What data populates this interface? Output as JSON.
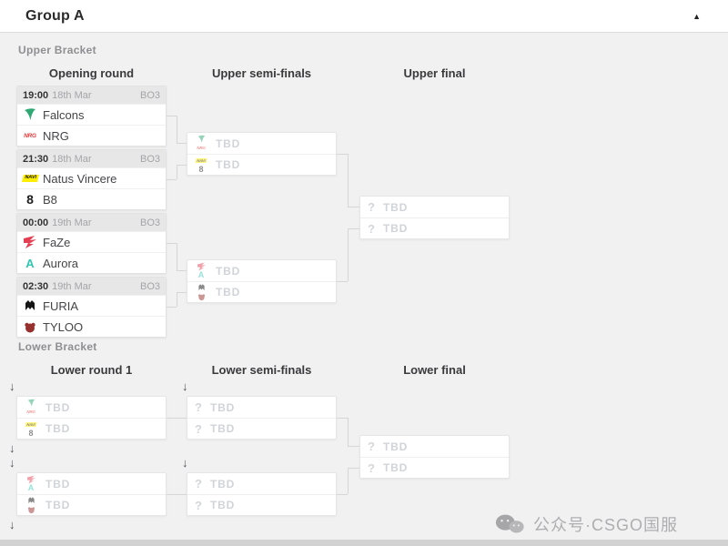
{
  "header": {
    "title": "Group A",
    "collapse_icon": "▲"
  },
  "labels": {
    "tbd": "TBD"
  },
  "icons": {
    "question": "?",
    "drop_arrow": "↓",
    "collapse": "caret-up",
    "watermark": "wechat-icon"
  },
  "upper_bracket": {
    "label": "Upper Bracket",
    "columns": [
      "Opening round",
      "Upper semi-finals",
      "Upper final"
    ],
    "matches": [
      {
        "time": "19:00",
        "date": "18th Mar",
        "format": "BO3",
        "teams": [
          {
            "name": "Falcons",
            "logo": "falcons"
          },
          {
            "name": "NRG",
            "logo": "nrg"
          }
        ]
      },
      {
        "time": "21:30",
        "date": "18th Mar",
        "format": "BO3",
        "teams": [
          {
            "name": "Natus Vincere",
            "logo": "navi"
          },
          {
            "name": "B8",
            "logo": "b8"
          }
        ]
      },
      {
        "time": "00:00",
        "date": "19th Mar",
        "format": "BO3",
        "teams": [
          {
            "name": "FaZe",
            "logo": "faze"
          },
          {
            "name": "Aurora",
            "logo": "aurora"
          }
        ]
      },
      {
        "time": "02:30",
        "date": "19th Mar",
        "format": "BO3",
        "teams": [
          {
            "name": "FURIA",
            "logo": "furia"
          },
          {
            "name": "TYLOO",
            "logo": "tyloo"
          }
        ]
      }
    ],
    "semi_finals": [
      {
        "slots": [
          {
            "label": "TBD",
            "candidates": [
              "falcons",
              "nrg"
            ]
          },
          {
            "label": "TBD",
            "candidates": [
              "navi",
              "b8"
            ]
          }
        ]
      },
      {
        "slots": [
          {
            "label": "TBD",
            "candidates": [
              "faze",
              "aurora"
            ]
          },
          {
            "label": "TBD",
            "candidates": [
              "furia",
              "tyloo"
            ]
          }
        ]
      }
    ],
    "final": {
      "slots": [
        {
          "label": "TBD"
        },
        {
          "label": "TBD"
        }
      ]
    }
  },
  "lower_bracket": {
    "label": "Lower Bracket",
    "columns": [
      "Lower round 1",
      "Lower semi-finals",
      "Lower final"
    ],
    "round1": [
      {
        "slots": [
          {
            "label": "TBD",
            "candidates": [
              "falcons",
              "nrg"
            ]
          },
          {
            "label": "TBD",
            "candidates": [
              "navi",
              "b8"
            ]
          }
        ]
      },
      {
        "slots": [
          {
            "label": "TBD",
            "candidates": [
              "faze",
              "aurora"
            ]
          },
          {
            "label": "TBD",
            "candidates": [
              "furia",
              "tyloo"
            ]
          }
        ]
      }
    ],
    "semi_finals": [
      {
        "slots": [
          {
            "label": "TBD"
          },
          {
            "label": "TBD"
          }
        ]
      },
      {
        "slots": [
          {
            "label": "TBD"
          },
          {
            "label": "TBD"
          }
        ]
      }
    ],
    "final": {
      "slots": [
        {
          "label": "TBD"
        },
        {
          "label": "TBD"
        }
      ]
    }
  },
  "team_logo_texts": {
    "nrg": "NRG",
    "navi": "NAVI",
    "b8": "8",
    "aurora": "A"
  },
  "watermark": {
    "text": "公众号·CSGO国服"
  },
  "colors": {
    "page_bg": "#f1f1f2",
    "card_bg": "#ffffff",
    "card_header_bg": "#e7e7e8",
    "connector": "#d6d6d7",
    "tbd_text": "#d0d4d8",
    "falcons_green": "#2fa873",
    "nrg_red": "#e23a3a",
    "navi_yellow": "#ffee00",
    "b8_black": "#1c1c1c",
    "faze_red": "#e43f52",
    "aurora_teal": "#2fc7b2",
    "furia_black": "#151515",
    "tyloo_red": "#96312e"
  }
}
